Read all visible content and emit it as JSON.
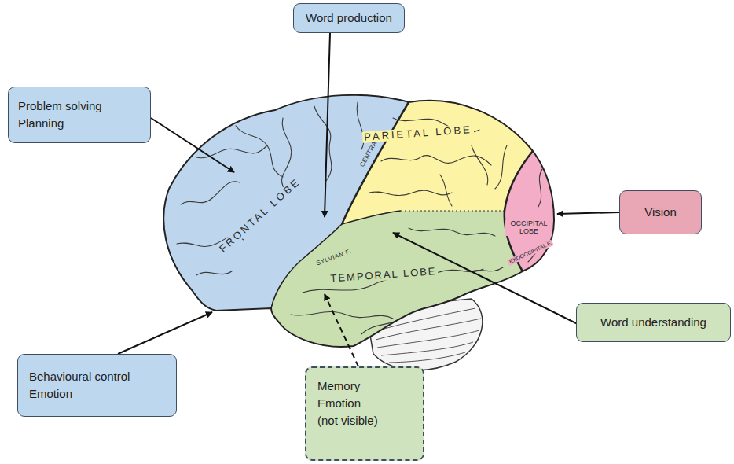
{
  "diagram": {
    "nodes": [
      {
        "text": [
          "Word production"
        ]
      },
      {
        "text": [
          "Problem solving",
          "Planning"
        ]
      },
      {
        "text": [
          "Vision"
        ]
      },
      {
        "text": [
          "Word understanding"
        ]
      },
      {
        "text": [
          "Behavioural control",
          "Emotion"
        ]
      },
      {
        "text": [
          "Memory",
          "Emotion",
          "(not visible)"
        ]
      }
    ],
    "labels": [
      "FRONTAL LOBE",
      "CENTRAL F.",
      "PARIETAL LOBE",
      "SYLVIAN F.",
      "TEMPORAL LOBE",
      "OCCIPITAL LOBE",
      "EXOOCCIPITAL F."
    ]
  }
}
